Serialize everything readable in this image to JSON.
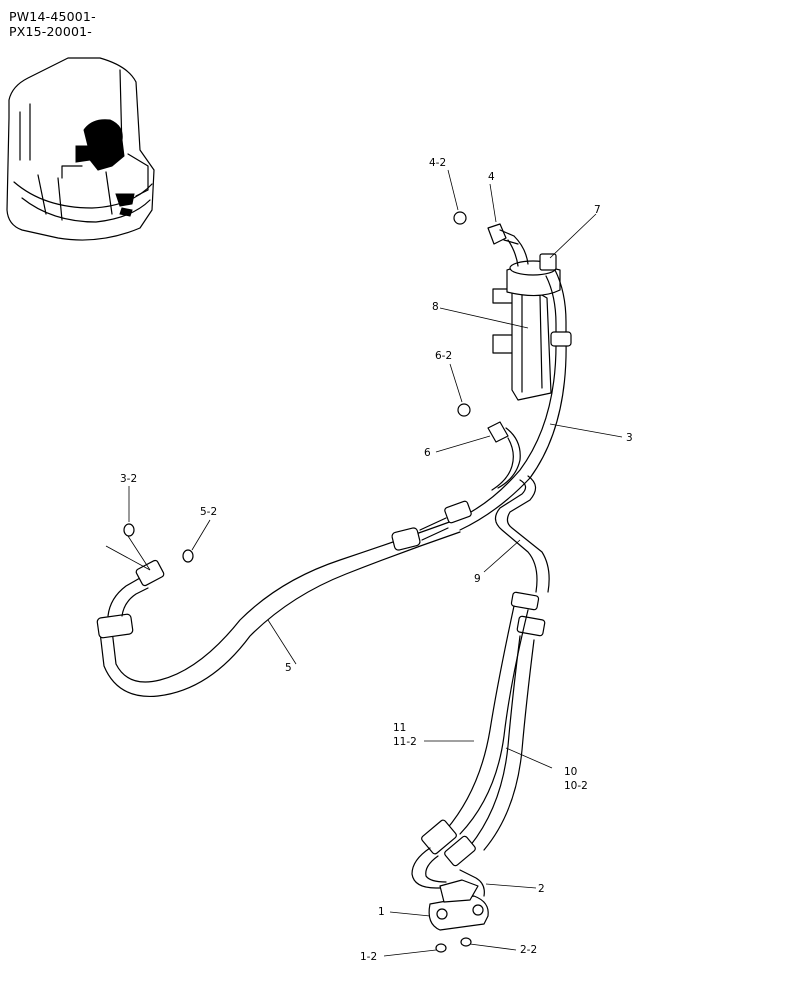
{
  "header": {
    "serial_line_1": "PW14-45001-",
    "serial_line_2": "PX15-20001-"
  },
  "part_labels": {
    "p4_2": "4-2",
    "p4": "4",
    "p7": "7",
    "p8": "8",
    "p6_2": "6-2",
    "p3": "3",
    "p6": "6",
    "p3_2": "3-2",
    "p5_2": "5-2",
    "p9": "9",
    "p5": "5",
    "p11": "11",
    "p11_2": "11-2",
    "p10": "10",
    "p10_2": "10-2",
    "p2": "2",
    "p1": "1",
    "p1_2": "1-2",
    "p2_2": "2-2"
  },
  "colors": {
    "line": "#000000",
    "paper": "#ffffff"
  },
  "icons": {
    "locator": "machine-cab-locator-icon"
  }
}
